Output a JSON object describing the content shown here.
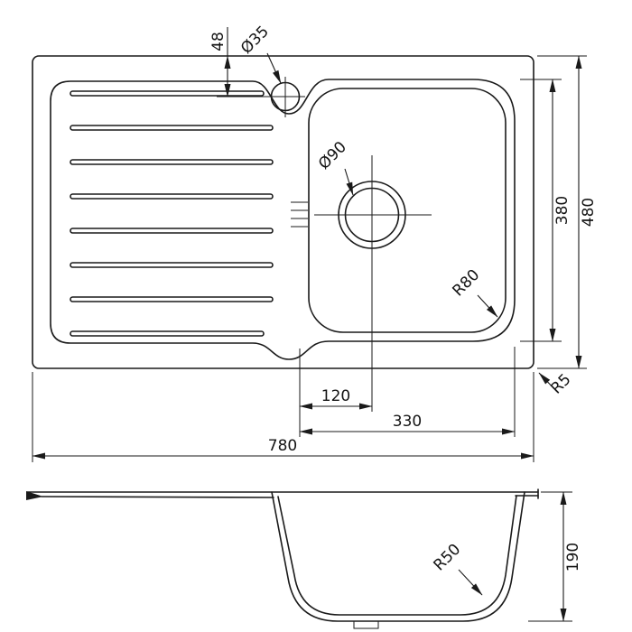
{
  "drawing": {
    "colors": {
      "line": "#1a1a1a",
      "background": "#ffffff"
    },
    "top_view": {
      "dim_48": "48",
      "dim_hole": "Ø35",
      "dim_drain": "Ø90",
      "dim_r80": "R80",
      "dim_380": "380",
      "dim_480": "480",
      "dim_120": "120",
      "dim_330": "330",
      "dim_780": "780",
      "dim_r5": "R5"
    },
    "side_view": {
      "dim_r50": "R50",
      "dim_190": "190"
    }
  }
}
